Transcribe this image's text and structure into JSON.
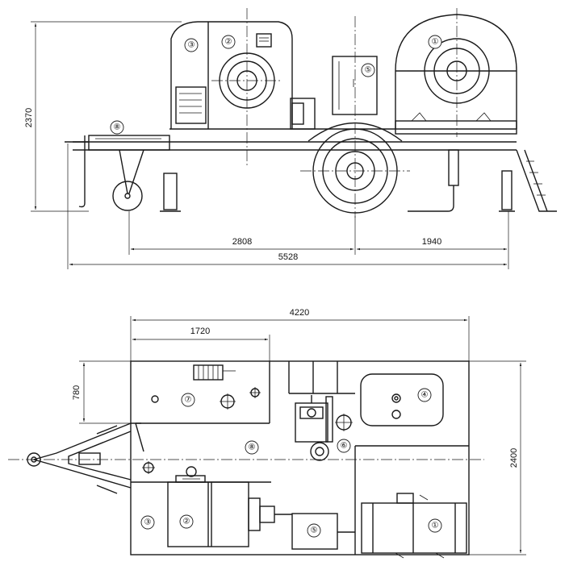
{
  "side_view": {
    "dimensions": {
      "height_total": "2370",
      "wheel_to_rear": "2808",
      "rear_overhang": "1940",
      "overall_length": "5528"
    },
    "callouts": [
      "①",
      "②",
      "③",
      "⑤",
      "⑧"
    ]
  },
  "top_view": {
    "dimensions": {
      "body_length": "4220",
      "front_section": "1720",
      "front_depth": "780",
      "overall_width": "2400"
    },
    "callouts": [
      "①",
      "②",
      "③",
      "④",
      "⑤",
      "⑥",
      "⑦",
      "⑧"
    ]
  }
}
